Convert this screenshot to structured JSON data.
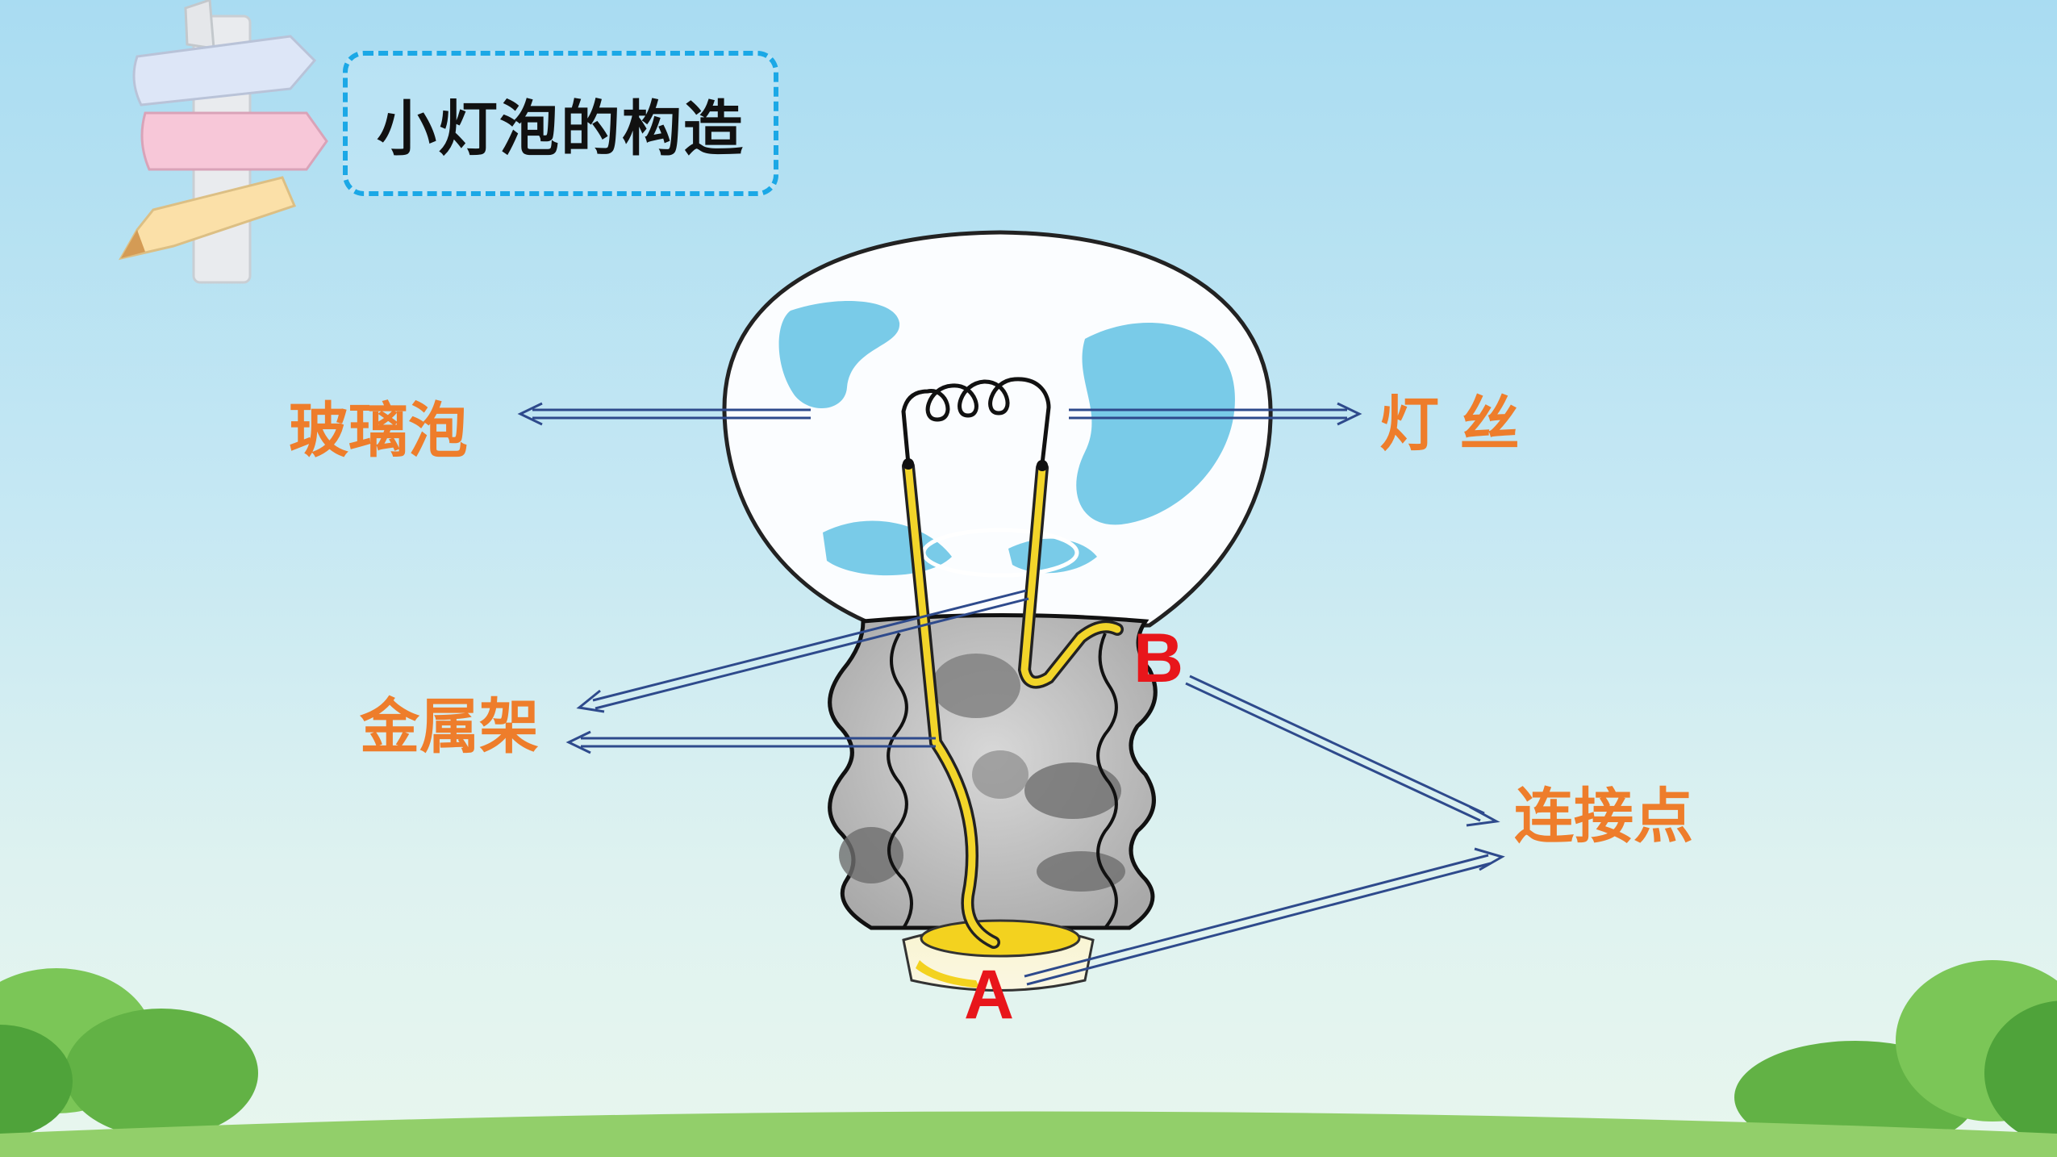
{
  "title": "小灯泡的构造",
  "labels": {
    "glass_bulb": "玻璃泡",
    "filament": "灯 丝",
    "metal_frame": "金属架",
    "connection_point": "连接点"
  },
  "points": {
    "a": "A",
    "b": "B"
  },
  "colors": {
    "label": "#ee7d2b",
    "point": "#e8161b",
    "title_border": "#1ba8e6",
    "arrow": "#2e4a8c"
  }
}
